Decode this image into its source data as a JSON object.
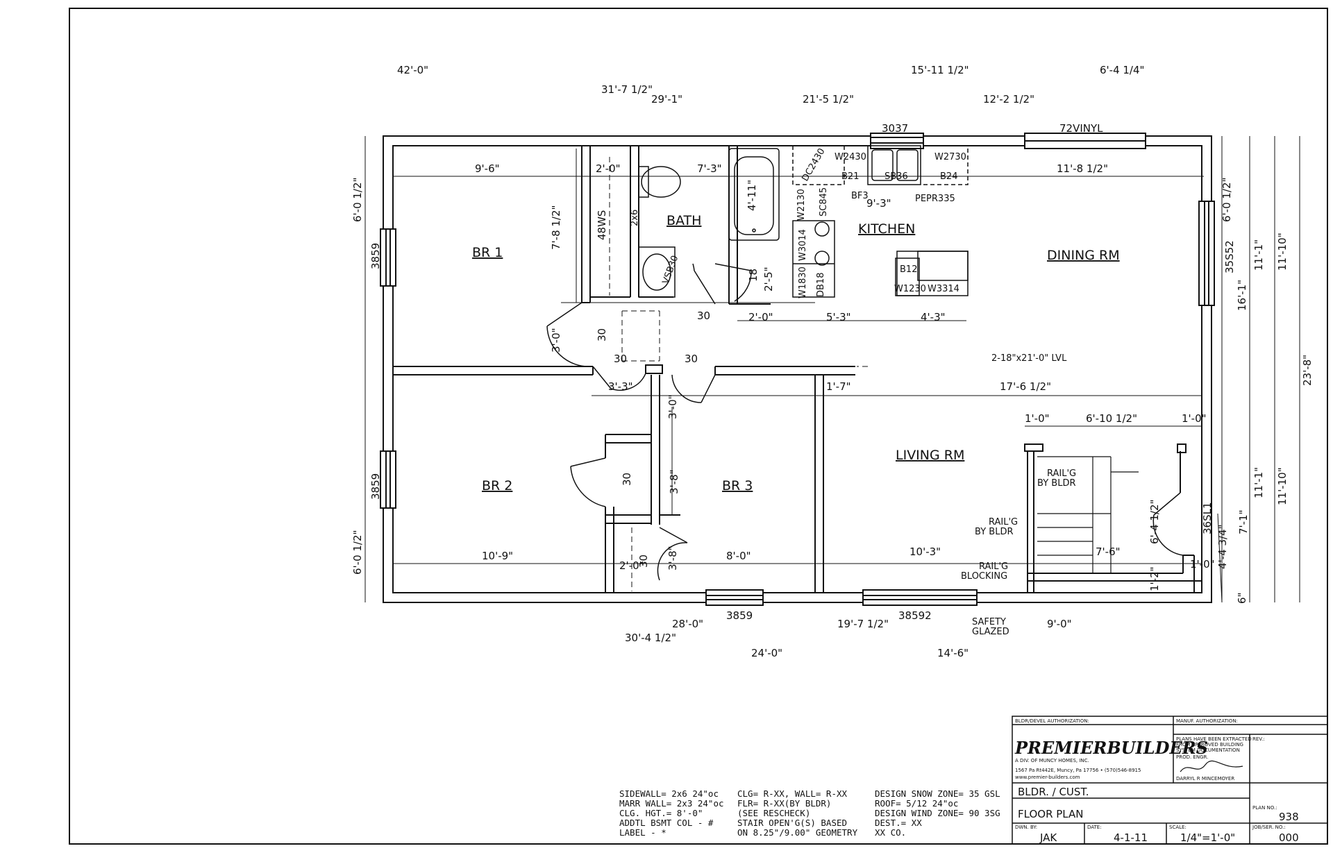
{
  "overall_dims": {
    "top": [
      "42'-0\"",
      "31'-7 1/2\"",
      "29'-1\"",
      "21'-5 1/2\"",
      "15'-11 1/2\"",
      "12'-2 1/2\"",
      "6'-4 1/4\""
    ],
    "bottom": [
      "30'-4 1/2\"",
      "28'-0\"",
      "24'-0\"",
      "19'-7 1/2\"",
      "14'-6\"",
      "9'-0\""
    ],
    "left": [
      "6'-0 1/2\"",
      "3859",
      "3859",
      "6'-0 1/2\""
    ],
    "right": [
      "6'-0 1/2\"",
      "16'-1\"",
      "11'-1\"",
      "11'-10\"",
      "23'-8\"",
      "11'-1\"",
      "11'-10\"",
      "7'-1\"",
      "6\""
    ]
  },
  "rooms": {
    "br1": "BR 1",
    "br2": "BR 2",
    "br3": "BR 3",
    "bath": "BATH",
    "kitchen": "KITCHEN",
    "dining": "DINING RM",
    "living": "LIVING RM"
  },
  "interior_dims": {
    "d1": "9'-6\"",
    "d2": "2'-0\"",
    "d3": "7'-3\"",
    "d4": "11'-8 1/2\"",
    "d5": "7'-8 1/2\"",
    "d6": "4'-11\"",
    "d7": "2'-5\"",
    "d8": "9'-3\"",
    "d9": "2'-0\"",
    "d10": "5'-3\"",
    "d11": "4'-3\"",
    "d12": "3'-0\"",
    "d13": "3'-3\"",
    "d14": "1'-7\"",
    "d15": "17'-6 1/2\"",
    "d16": "3'-0\"",
    "d17": "1'-0\"",
    "d18": "6'-10 1/2\"",
    "d19": "1'-0\"",
    "d20": "3'-8\"",
    "d21": "10'-9\"",
    "d22": "2'-0\"",
    "d23": "3'-8\"",
    "d24": "8'-0\"",
    "d25": "10'-3\"",
    "d26": "7'-6\"",
    "d27": "6'-4 1/2\"",
    "d28": "4'-4 3/4\"",
    "d29": "1'-0\"",
    "d30": "1'-2\""
  },
  "fixtures": {
    "f1": "3037",
    "f2": "72VINYL",
    "f3": "W2430",
    "f4": "W2730",
    "f5": "DC2430",
    "f6": "B21",
    "f7": "SB36",
    "f8": "B24",
    "f9": "BF3",
    "f10": "PEPR335",
    "f11": "W2130",
    "f12": "SC845",
    "f13": "W3014",
    "f14": "W1830",
    "f15": "DB18",
    "f16": "B12",
    "f17": "W1230",
    "f18": "W3314",
    "f19": "48WS",
    "f20": "2x6",
    "f21": "VSB30",
    "f22": "18",
    "f23": "30",
    "f24": "30",
    "f25": "30",
    "f26": "30",
    "f27": "30",
    "f28": "30",
    "f29": "35S52",
    "f30": "36SL1",
    "f31": "3859",
    "f32": "38592",
    "f33": "2-18\"x21'-0\" LVL"
  },
  "callouts": {
    "rail1a": "RAIL'G",
    "rail1b": "BY BLDR",
    "rail2a": "RAIL'G",
    "rail2b": "BY BLDR",
    "rail3a": "RAIL'G",
    "rail3b": "BLOCKING",
    "safety1": "SAFETY",
    "safety2": "GLAZED"
  },
  "notes": {
    "col1": [
      "SIDEWALL=  2x6 24\"oc",
      "MARR WALL= 2x3 24\"oc",
      "CLG. HGT.=  8'-0\"",
      "ADDTL BSMT COL - #",
      "LABEL - *"
    ],
    "col2": [
      "CLG= R-XX, WALL= R-XX",
      "  FLR= R-XX(BY BLDR)",
      "  (SEE RESCHECK)",
      "STAIR OPEN'G(S) BASED",
      "  ON 8.25\"/9.00\" GEOMETRY"
    ],
    "col3": [
      "DESIGN SNOW ZONE= 35 GSL",
      "ROOF= 5/12 24\"oc",
      "DESIGN WIND ZONE= 90 3SG",
      "DEST.= XX",
      "     XX CO."
    ]
  },
  "title_block": {
    "bldr_auth": "BLDR/DEVEL AUTHORIZATION:",
    "manuf_auth": "MANUF. AUTHORIZATION:",
    "company": "PREMIERBUILDERS",
    "division": "A DIV. OF MUNCY HOMES, INC.",
    "address": "1567 Pa Rt442E, Muncy, Pa 17756  •  (570)546-8915",
    "website": "www.premier-builders.com",
    "plans_note_1": "PLANS HAVE BEEN EXTRACTED",
    "plans_note_2": "FROM APPROVED BUILDING",
    "plans_note_3": "SYSTEM DOCUMENTATION",
    "prod_engr": "PROD. ENGR.",
    "engineer": "DARRYL R MINCEMOYER",
    "rev_label": "REV.:",
    "customer": "BLDR. / CUST.",
    "sheet_title": "FLOOR PLAN",
    "plan_no_label": "PLAN NO.:",
    "plan_no": "938",
    "dwn_by_label": "DWN. BY:",
    "dwn_by": "JAK",
    "date_label": "DATE:",
    "date": "4-1-11",
    "scale_label": "SCALE:",
    "scale": "1/4\"=1'-0\"",
    "job_label": "JOB/SER. NO.:",
    "job_no": "000"
  }
}
